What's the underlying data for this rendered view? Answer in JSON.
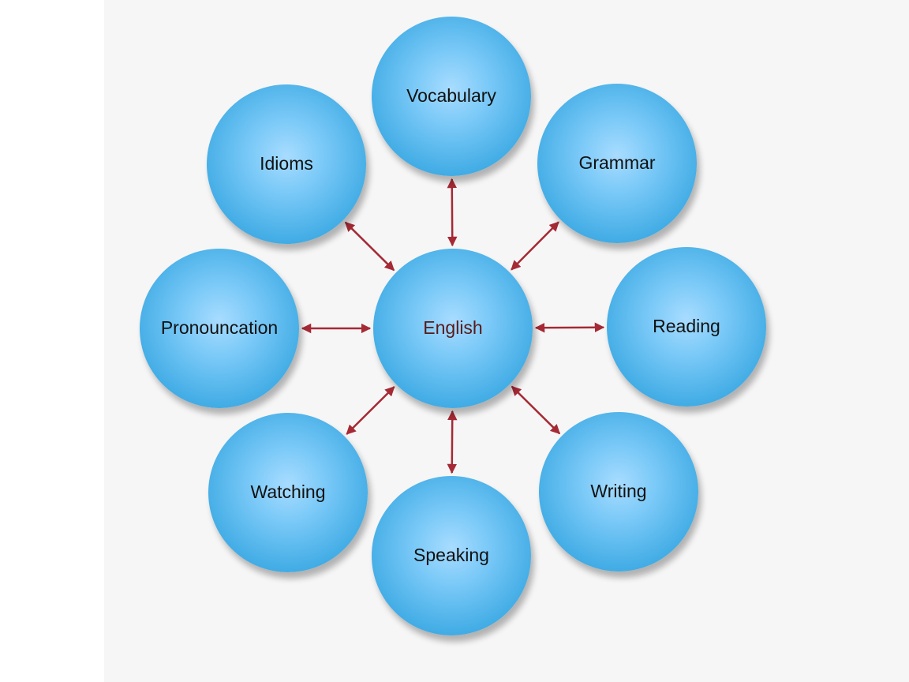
{
  "diagram": {
    "center": {
      "label": "English"
    },
    "nodes": [
      {
        "id": "vocabulary",
        "label": "Vocabulary"
      },
      {
        "id": "grammar",
        "label": "Grammar"
      },
      {
        "id": "reading",
        "label": "Reading"
      },
      {
        "id": "writing",
        "label": "Writing"
      },
      {
        "id": "speaking",
        "label": "Speaking"
      },
      {
        "id": "watching",
        "label": "Watching"
      },
      {
        "id": "pronouncation",
        "label": "Pronouncation"
      },
      {
        "id": "idioms",
        "label": "Idioms"
      }
    ],
    "connector": {
      "style": "double-headed-arrow",
      "color": "#a52a35"
    },
    "node_color": "#45aee6"
  }
}
